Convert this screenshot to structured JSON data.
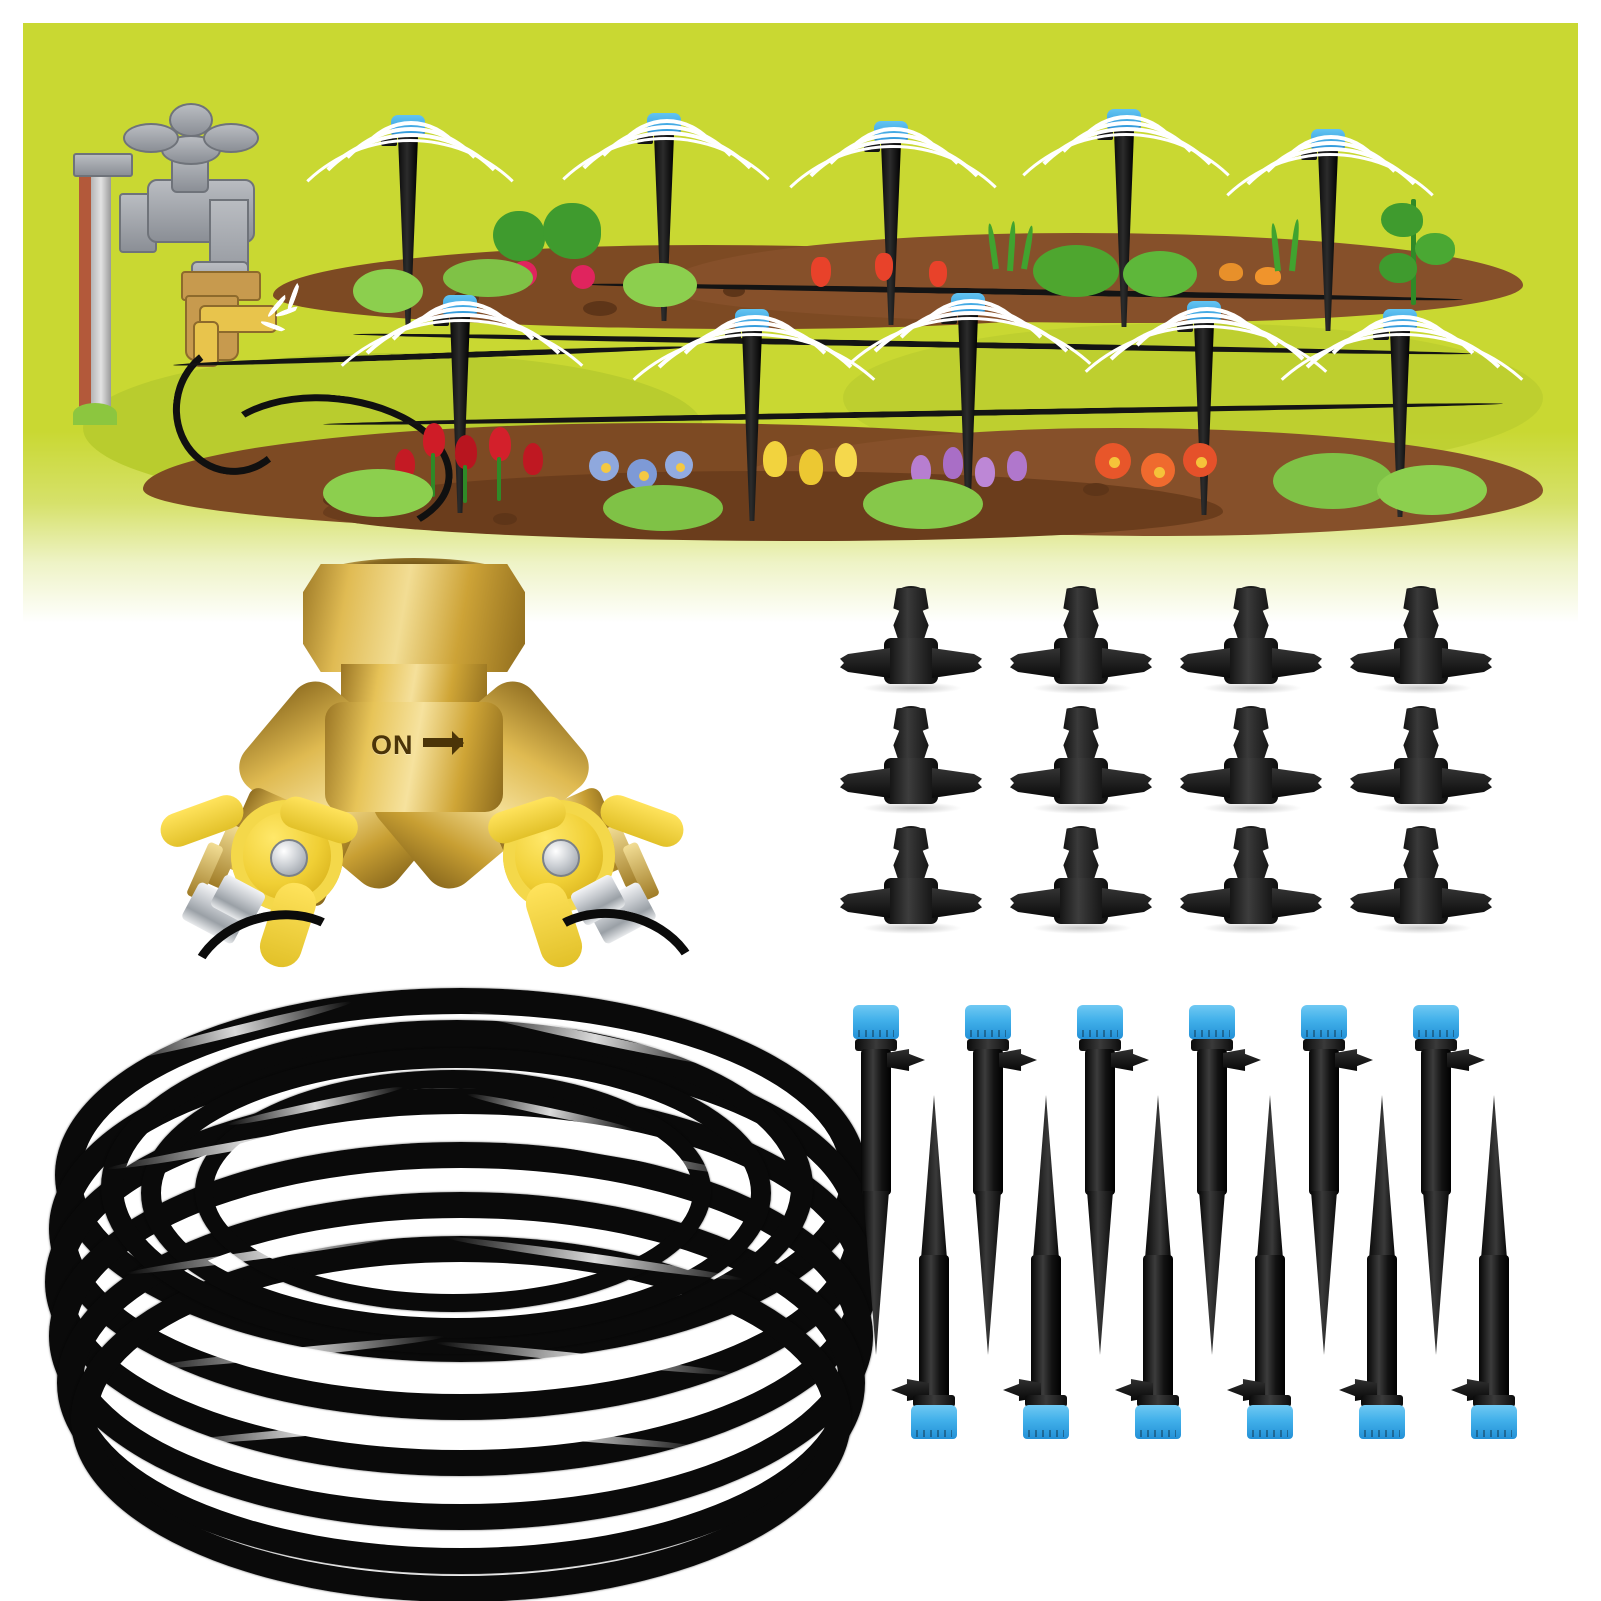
{
  "product": {
    "name": "Garden Drip Irrigation Kit",
    "background_color": "#c9d832",
    "accent_blue": "#2a93d8",
    "brass_color": "#d6ab3e",
    "handle_yellow": "#f0cf35",
    "tubing_color": "#0a0a0a"
  },
  "illustration": {
    "title": "Garden drip irrigation layout diagram",
    "scene_background": "#c9d832",
    "soil_color": "#7d4a23",
    "water_color": "#ffffff",
    "faucet": {
      "label": "outdoor-spigot",
      "handle": "cross-handle",
      "body_color": "#9a9ea5",
      "nozzle_color": "#c79a4e",
      "post_color": "#cfcfcf"
    },
    "sprinkler_count": 10,
    "plants": [
      "radish",
      "carrot",
      "lettuce",
      "beet-greens",
      "pepper",
      "onion-greens",
      "cucumber-vine",
      "red-tulip",
      "yellow-tulip",
      "purple-crocus",
      "blue-daisy",
      "orange-flower",
      "white-flower-bush"
    ]
  },
  "valve": {
    "label": "brass 2-way hose splitter",
    "marking": "ON",
    "marking_arrow": "→",
    "nut_type": "hex coupling nut",
    "outlets": 2,
    "handle_type": "butterfly valve handle",
    "handle_color": "#f0cf35"
  },
  "tubing": {
    "label": "drip irrigation tubing coil",
    "color": "#0a0a0a",
    "finish": "glossy"
  },
  "tees": {
    "label": "barbed tee connectors",
    "columns": 4,
    "rows": 3,
    "count": 12,
    "color": "#141414"
  },
  "stakes": {
    "label": "adjustable sprinkler stakes",
    "count": 12,
    "orientation_up": 6,
    "orientation_down": 6,
    "cap_color": "#2a93d8",
    "body_color": "#0b0b0b"
  }
}
